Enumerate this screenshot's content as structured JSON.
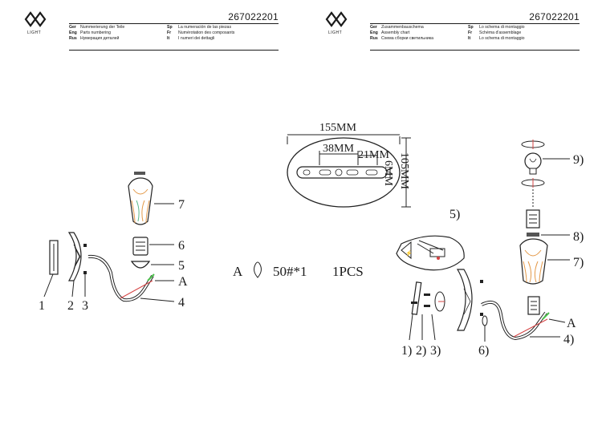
{
  "left_sheet": {
    "logo_text": "LIGHT",
    "code": "267022201",
    "legend_col1": [
      {
        "lang": "Ger",
        "text": "Nummerierung der Teile"
      },
      {
        "lang": "Eng",
        "text": "Parts numbering"
      },
      {
        "lang": "Rus",
        "text": "Нумерация деталей"
      }
    ],
    "legend_col2": [
      {
        "lang": "Sp",
        "text": "La numeración de las piezas"
      },
      {
        "lang": "Fr",
        "text": "Numérotation des composants"
      },
      {
        "lang": "It",
        "text": "I numeri dei dettagli"
      }
    ],
    "labels": [
      "7",
      "6",
      "5",
      "A",
      "4",
      "1",
      "2",
      "3"
    ]
  },
  "right_sheet": {
    "logo_text": "LIGHT",
    "code": "267022201",
    "legend_col1": [
      {
        "lang": "Ger",
        "text": "Zusammenbauschema"
      },
      {
        "lang": "Eng",
        "text": "Assembly chart"
      },
      {
        "lang": "Rus",
        "text": "Схема сборки светильника"
      }
    ],
    "legend_col2": [
      {
        "lang": "Sp",
        "text": "Lo schema di montaggio"
      },
      {
        "lang": "Fr",
        "text": "Schéma d'assemblage"
      },
      {
        "lang": "It",
        "text": "Lo schema di montaggio"
      }
    ],
    "labels": [
      "9)",
      "8)",
      "7)",
      "5)",
      "A",
      "4)",
      "6)",
      "1)",
      "2)",
      "3)"
    ]
  },
  "dimensions": {
    "width": "155MM",
    "height": "105MM",
    "slot_spacing": "38MM",
    "slot_width": "21MM",
    "slot_height": "6MM"
  },
  "bulb_note": {
    "letter": "A",
    "spec": "50#*1",
    "qty": "1PCS"
  }
}
